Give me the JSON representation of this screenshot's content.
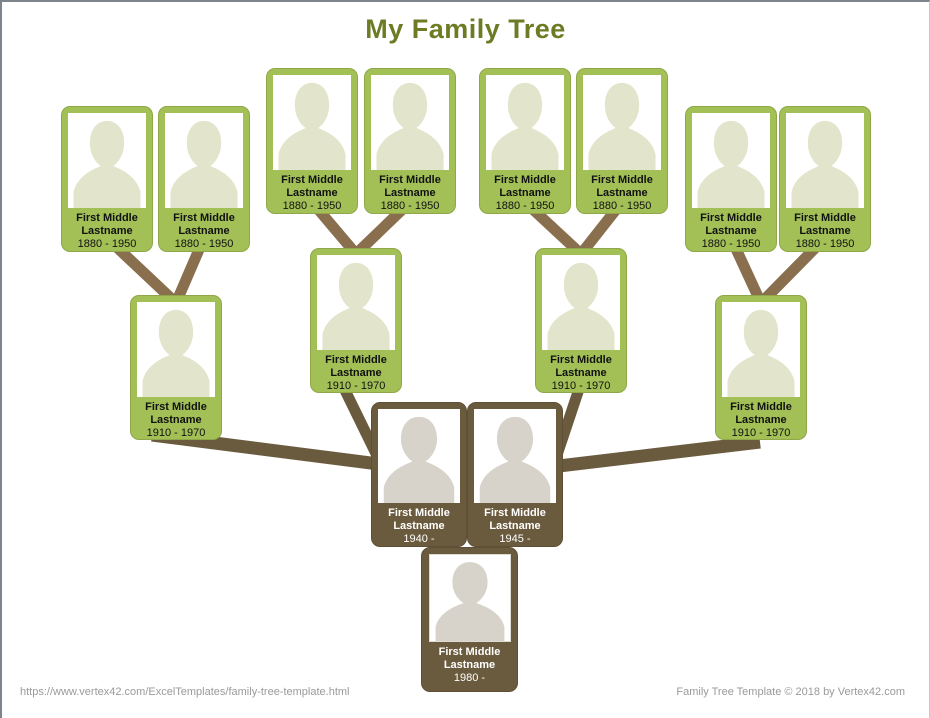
{
  "page": {
    "title": "My Family Tree",
    "footer_left": "https://www.vertex42.com/ExcelTemplates/family-tree-template.html",
    "footer_right": "Family Tree Template © 2018 by Vertex42.com"
  },
  "colors": {
    "title_green": "#6e7b25",
    "card_green": "#a3c057",
    "card_green_border": "#8fa748",
    "silhouette_green": "#e2e5cb",
    "card_brown": "#6b5b3e",
    "silhouette_brown": "#d8d3ca",
    "connector_light": "#8a6f4e",
    "connector_dark": "#6b5b3e",
    "footer_gray": "#9a9a9a"
  },
  "tree": {
    "great_grandparents": [
      {
        "name": "First Middle Lastname",
        "dates": "1880 - 1950"
      },
      {
        "name": "First Middle Lastname",
        "dates": "1880 - 1950"
      },
      {
        "name": "First Middle Lastname",
        "dates": "1880 - 1950"
      },
      {
        "name": "First Middle Lastname",
        "dates": "1880 - 1950"
      },
      {
        "name": "First Middle Lastname",
        "dates": "1880 - 1950"
      },
      {
        "name": "First Middle Lastname",
        "dates": "1880 - 1950"
      },
      {
        "name": "First Middle Lastname",
        "dates": "1880 - 1950"
      },
      {
        "name": "First Middle Lastname",
        "dates": "1880 - 1950"
      }
    ],
    "grandparents": [
      {
        "name": "First Middle Lastname",
        "dates": "1910 - 1970"
      },
      {
        "name": "First Middle Lastname",
        "dates": "1910 - 1970"
      },
      {
        "name": "First Middle Lastname",
        "dates": "1910 - 1970"
      },
      {
        "name": "First Middle Lastname",
        "dates": "1910 - 1970"
      }
    ],
    "parents": [
      {
        "name": "First Middle Lastname",
        "dates": "1940 -"
      },
      {
        "name": "First Middle Lastname",
        "dates": "1945 -"
      }
    ],
    "child": {
      "name": "First Middle Lastname",
      "dates": "1980 -"
    }
  }
}
